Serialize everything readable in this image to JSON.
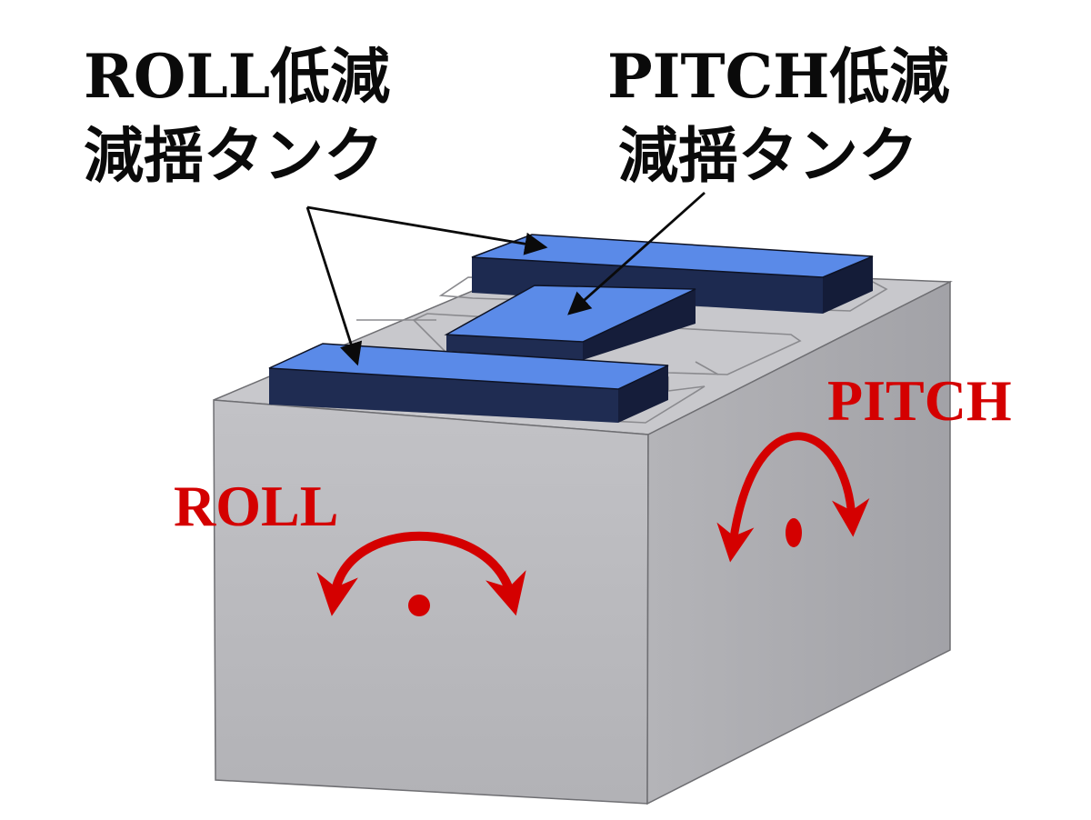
{
  "labels": {
    "roll_tank_line1": "ROLL低減",
    "roll_tank_line2": "減揺タンク",
    "pitch_tank_line1": "PITCH低減",
    "pitch_tank_line2": "減揺タンク",
    "roll_motion": "ROLL",
    "pitch_motion": "PITCH"
  },
  "colors": {
    "block_front": "#b6b6ba",
    "block_side": "#a8a8ad",
    "block_top": "#c9c9cd",
    "tank_top": "#5a8ae8",
    "tank_side_dark": "#1a2446",
    "tank_side_front": "#223058",
    "motion_arrow": "#d40000",
    "text_black": "#0a0a0a"
  }
}
